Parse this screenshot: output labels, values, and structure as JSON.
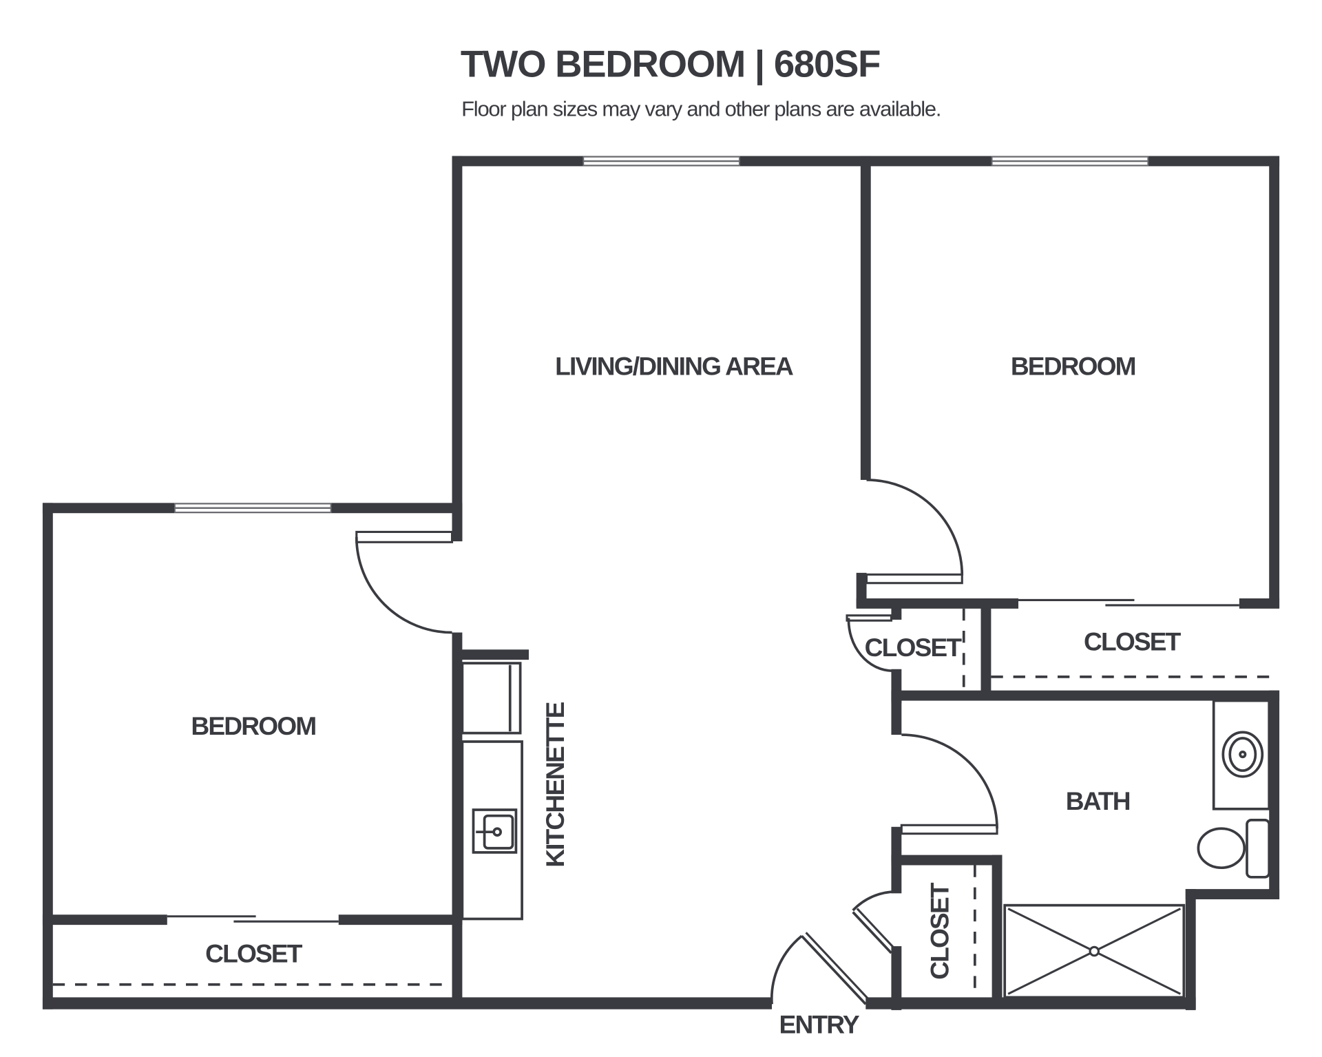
{
  "header": {
    "title": "TWO BEDROOM |  680SF",
    "subtitle": "Floor plan sizes may vary and other  plans are available."
  },
  "rooms": {
    "living": "LIVING/DINING  AREA",
    "bedroom_right": "BEDROOM",
    "bedroom_left": "BEDROOM",
    "kitchenette": "KITCHENETTE",
    "closet_small": "CLOSET",
    "closet_right": "CLOSET",
    "closet_left": "CLOSET",
    "closet_entry": "CLOSET",
    "bath": "BATH",
    "entry": "ENTRY"
  },
  "colors": {
    "wall": "#3a3b40",
    "background": "#ffffff"
  }
}
